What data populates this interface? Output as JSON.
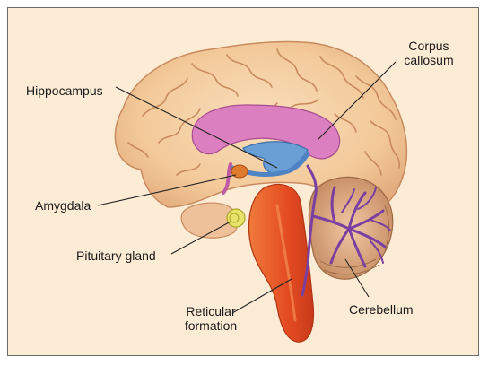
{
  "labels": {
    "corpus_callosum": "Corpus\ncallosum",
    "hippocampus": "Hippocampus",
    "amygdala": "Amygdala",
    "pituitary_gland": "Pituitary gland",
    "reticular_formation": "Reticular\nformation",
    "cerebellum": "Cerebellum"
  },
  "colors": {
    "background": "#fcecd6",
    "cerebrum": "#f6d2a6",
    "cerebrum_shade": "#e0aa7a",
    "corpus_callosum": "#dc7fc0",
    "hippocampus": "#6a9fd6",
    "amygdala": "#e07a2c",
    "pituitary": "#e8e36a",
    "brainstem": "#e6552c",
    "cerebellum_tree": "#7a3fa0",
    "cerebellum": "#d8a27a"
  }
}
